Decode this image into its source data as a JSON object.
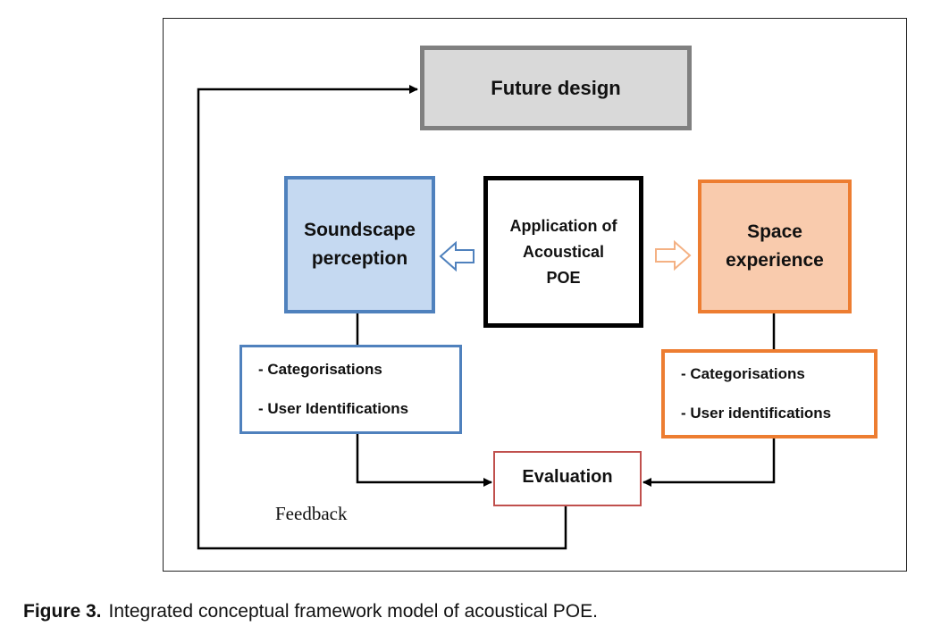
{
  "diagram": {
    "future_design": "Future design",
    "soundscape": [
      "Soundscape",
      "perception"
    ],
    "application": [
      "Application of",
      "Acoustical",
      "POE"
    ],
    "space": [
      "Space",
      "experience"
    ],
    "left_items": [
      "- Categorisations",
      "- User Identifications"
    ],
    "right_items": [
      "- Categorisations",
      "- User identifications"
    ],
    "evaluation": "Evaluation",
    "feedback": "Feedback"
  },
  "caption": {
    "label": "Figure 3.",
    "text": "Integrated conceptual framework model of acoustical POE."
  },
  "colors": {
    "blue_border": "#4f81bd",
    "blue_fill": "#c5d9f1",
    "orange_border": "#ed7d31",
    "orange_fill": "#f9cbad",
    "gray_fill": "#d9d9d9",
    "gray_border": "#808080",
    "red_border": "#c0504d"
  }
}
